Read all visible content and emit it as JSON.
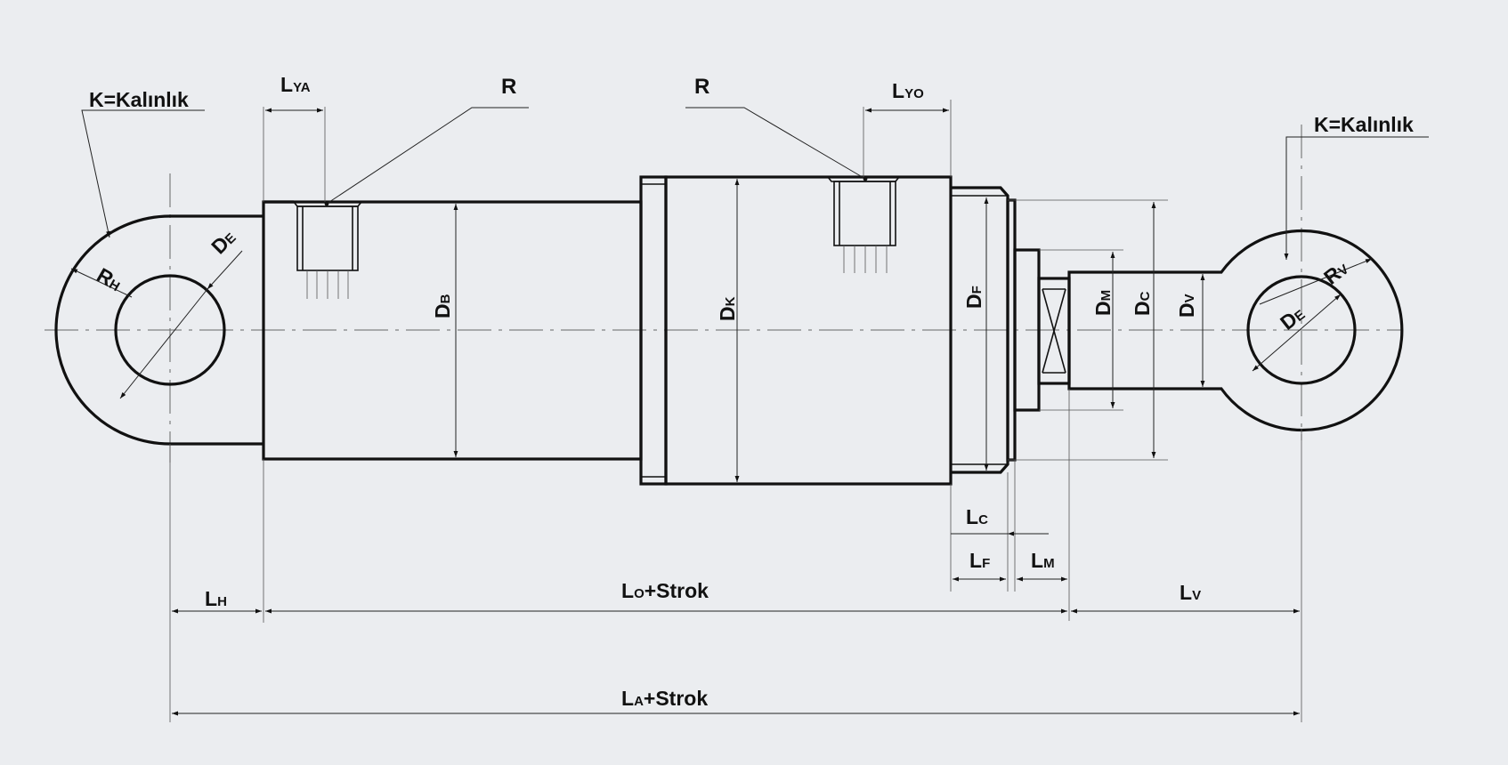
{
  "labels": {
    "k_left": "K=Kalınlık",
    "k_right": "K=Kalınlık",
    "r_left": "R",
    "r_right": "R",
    "l_ya": {
      "main": "L",
      "sub": "YA"
    },
    "l_yo": {
      "main": "L",
      "sub": "YO"
    },
    "r_h": {
      "main": "R",
      "sub": "H"
    },
    "d_e_left": {
      "main": "D",
      "sub": "E"
    },
    "d_e_right": {
      "main": "D",
      "sub": "E"
    },
    "r_v": {
      "main": "R",
      "sub": "V"
    },
    "d_b": {
      "main": "D",
      "sub": "B"
    },
    "d_k": {
      "main": "D",
      "sub": "K"
    },
    "d_f": {
      "main": "D",
      "sub": "F"
    },
    "d_m": {
      "main": "D",
      "sub": "M"
    },
    "d_c": {
      "main": "D",
      "sub": "C"
    },
    "d_v": {
      "main": "D",
      "sub": "V"
    },
    "l_c": {
      "main": "L",
      "sub": "C"
    },
    "l_f": {
      "main": "L",
      "sub": "F"
    },
    "l_m": {
      "main": "L",
      "sub": "M"
    },
    "l_h": {
      "main": "L",
      "sub": "H"
    },
    "l_v": {
      "main": "L",
      "sub": "V"
    },
    "l_o_strok": {
      "main": "L",
      "sub": "O",
      "suffix": "+Strok"
    },
    "l_a_strok": {
      "main": "L",
      "sub": "A",
      "suffix": "+Strok"
    }
  }
}
